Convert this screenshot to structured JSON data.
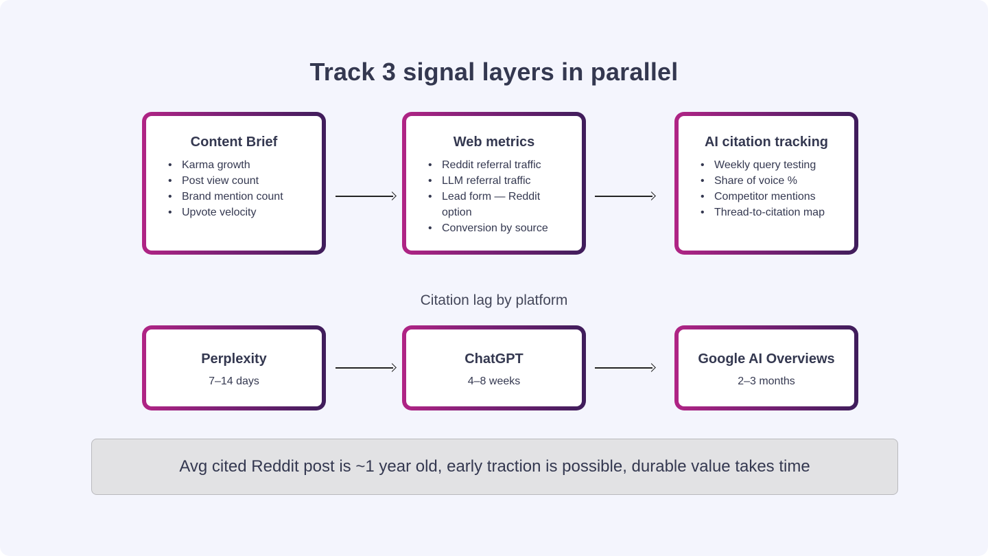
{
  "title": "Track 3 signal layers in parallel",
  "signal_layers": [
    {
      "title": "Content Brief",
      "items": [
        "Karma growth",
        "Post view count",
        "Brand mention count",
        "Upvote velocity"
      ]
    },
    {
      "title": "Web metrics",
      "items": [
        "Reddit referral traffic",
        "LLM referral traffic",
        "Lead form — Reddit option",
        "Conversion by source"
      ]
    },
    {
      "title": "AI citation tracking",
      "items": [
        "Weekly query testing",
        "Share of voice %",
        "Competitor mentions",
        "Thread-to-citation map"
      ]
    }
  ],
  "citation_lag": {
    "label": "Citation lag by platform",
    "platforms": [
      {
        "name": "Perplexity",
        "lag": "7–14 days"
      },
      {
        "name": "ChatGPT",
        "lag": "4–8 weeks"
      },
      {
        "name": "Google AI Overviews",
        "lag": "2–3 months"
      }
    ]
  },
  "footer": "Avg cited Reddit post is ~1 year old, early traction is possible, durable value takes time",
  "colors": {
    "background": "#f4f5fd",
    "border_gradient_start": "#b02485",
    "border_gradient_end": "#3f1d5b",
    "text": "#343850",
    "footer_bg": "#e2e2e4"
  }
}
